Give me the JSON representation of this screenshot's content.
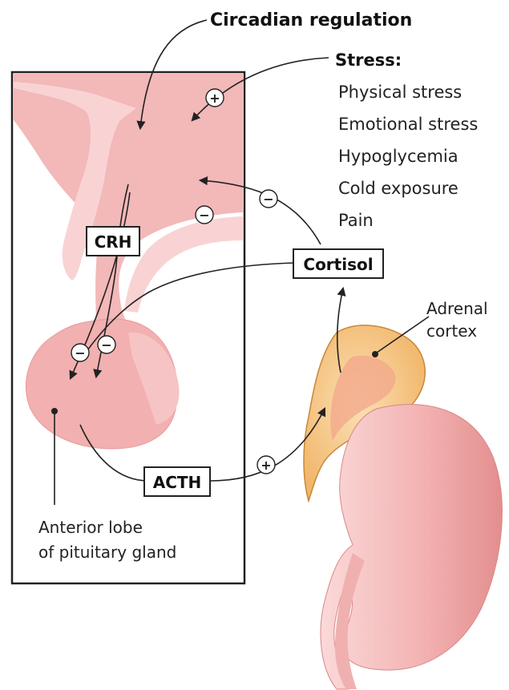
{
  "labels": {
    "circadian": "Circadian regulation",
    "stress_title": "Stress:",
    "stress_items": [
      "Physical stress",
      "Emotional stress",
      "Hypoglycemia",
      "Cold exposure",
      "Pain"
    ],
    "crh": "CRH",
    "cortisol": "Cortisol",
    "acth": "ACTH",
    "adrenal_line1": "Adrenal",
    "adrenal_line2": "cortex",
    "pituitary_line1": "Anterior lobe",
    "pituitary_line2": "of pituitary gland"
  },
  "signs": {
    "plus": "+",
    "minus": "−"
  },
  "colors": {
    "hypothalamus": "#f3b8b8",
    "hypothalamus_light": "#f9d3d3",
    "pituitary": "#f2b0b0",
    "adrenal": "#f7c98a",
    "kidney": "#f2a7a7"
  }
}
